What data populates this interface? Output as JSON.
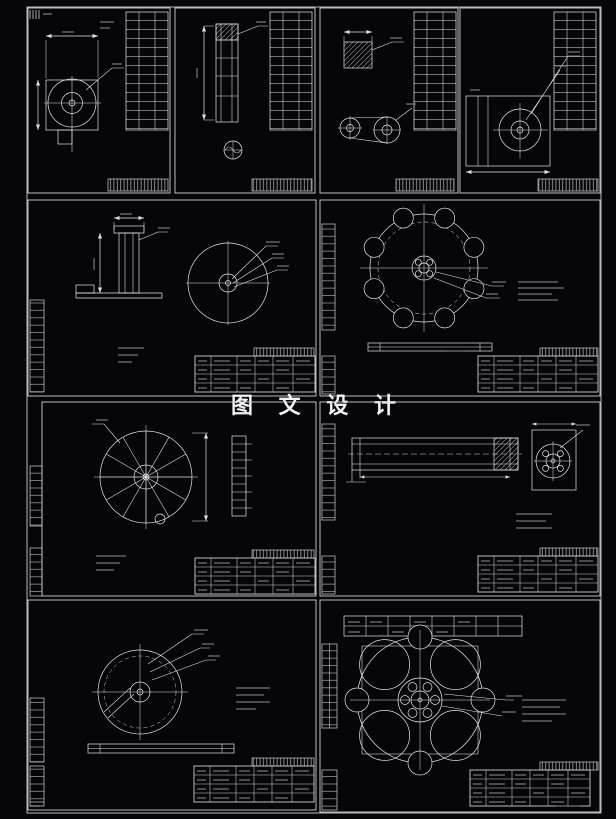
{
  "watermark": {
    "text": "图 文 设 计"
  },
  "colors": {
    "background": "#06060a",
    "line": "#e6e6ea",
    "frame": "#cfcfd4",
    "muted_text": "#8f8f96",
    "watermark": "#f2f2f2"
  },
  "sheets": [
    {
      "id": "top-1",
      "content": "boss-plate-part-view"
    },
    {
      "id": "top-2",
      "content": "stepped-shaft-section"
    },
    {
      "id": "top-3",
      "content": "link-with-two-bores"
    },
    {
      "id": "top-4",
      "content": "bearing-bracket-view"
    },
    {
      "id": "mid-left",
      "content": "column-part-and-disc"
    },
    {
      "id": "mid-right",
      "content": "scalloped-wheel-hub"
    },
    {
      "id": "row3-left",
      "content": "spoked-disc-side-section"
    },
    {
      "id": "row3-right",
      "content": "long-beam-and-flanged-hub"
    },
    {
      "id": "row4-left",
      "content": "cam-disc-and-key-bar"
    },
    {
      "id": "row4-right",
      "content": "geneva-wheel-four-lobes"
    }
  ]
}
